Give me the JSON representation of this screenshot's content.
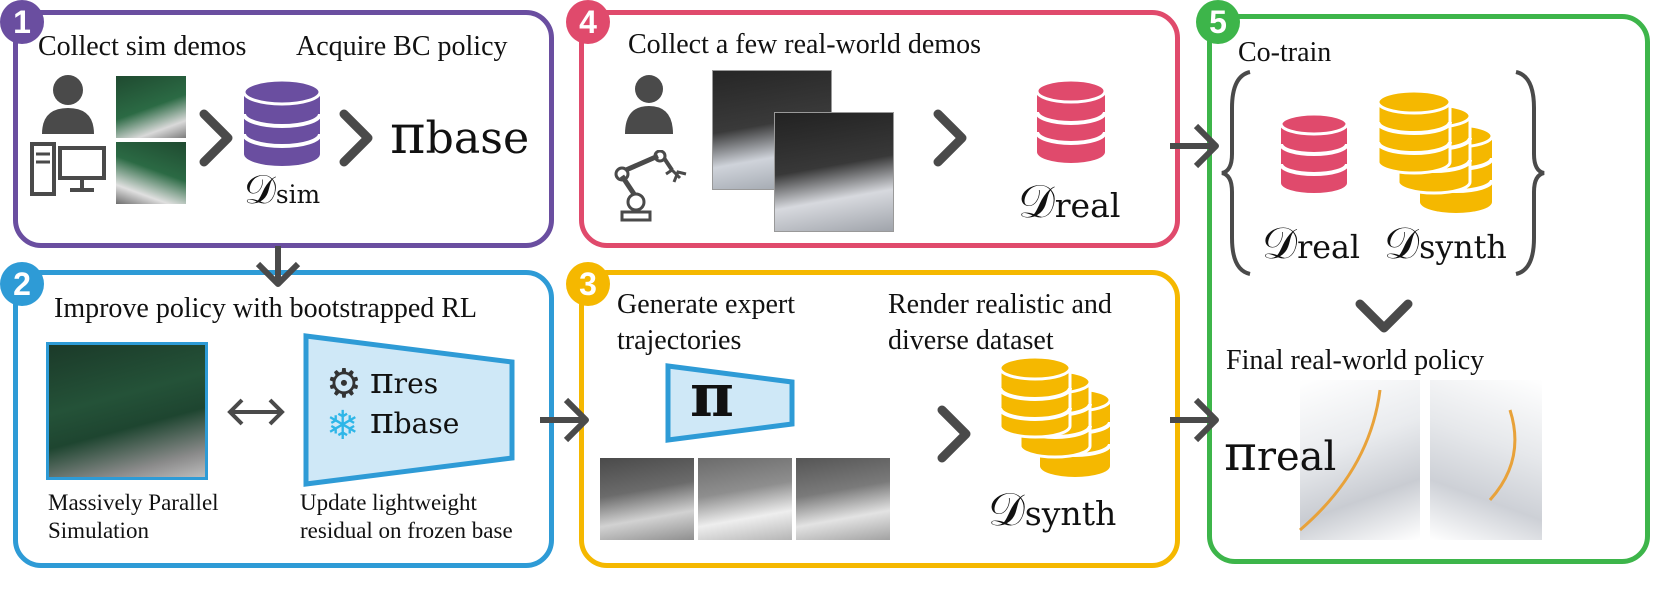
{
  "colors": {
    "purple": "#6a4ea0",
    "red": "#e04a6c",
    "green": "#3db54a",
    "blue": "#2e9bd6",
    "yellow": "#f5b800",
    "gray": "#4a4a4a",
    "trapezoid_fill": "#cfe8f7"
  },
  "panels": {
    "p1": {
      "number": "1",
      "collect_label": "Collect sim demos",
      "acquire_label": "Acquire BC policy",
      "dataset_symbol": "𝒟",
      "dataset_sub": "sim",
      "policy_symbol": "π",
      "policy_sub": "base"
    },
    "p2": {
      "number": "2",
      "title": "Improve policy with bootstrapped RL",
      "sim_caption_line1": "Massively Parallel",
      "sim_caption_line2": "Simulation",
      "update_caption_line1": "Update lightweight",
      "update_caption_line2": "residual on frozen base",
      "res_symbol": "π",
      "res_sub": "res",
      "base_symbol": "π",
      "base_sub": "base"
    },
    "p3": {
      "number": "3",
      "gen_label_line1": "Generate expert",
      "gen_label_line2": "trajectories",
      "render_label_line1": "Render realistic and",
      "render_label_line2": "diverse dataset",
      "policy_symbol": "π",
      "dataset_symbol": "𝒟",
      "dataset_sub": "synth"
    },
    "p4": {
      "number": "4",
      "title": "Collect a few real-world demos",
      "dataset_symbol": "𝒟",
      "dataset_sub": "real"
    },
    "p5": {
      "number": "5",
      "cotrain_label": "Co-train",
      "real_symbol": "𝒟",
      "real_sub": "real",
      "synth_symbol": "𝒟",
      "synth_sub": "synth",
      "final_label": "Final real-world policy",
      "policy_symbol": "π",
      "policy_sub": "real"
    }
  }
}
